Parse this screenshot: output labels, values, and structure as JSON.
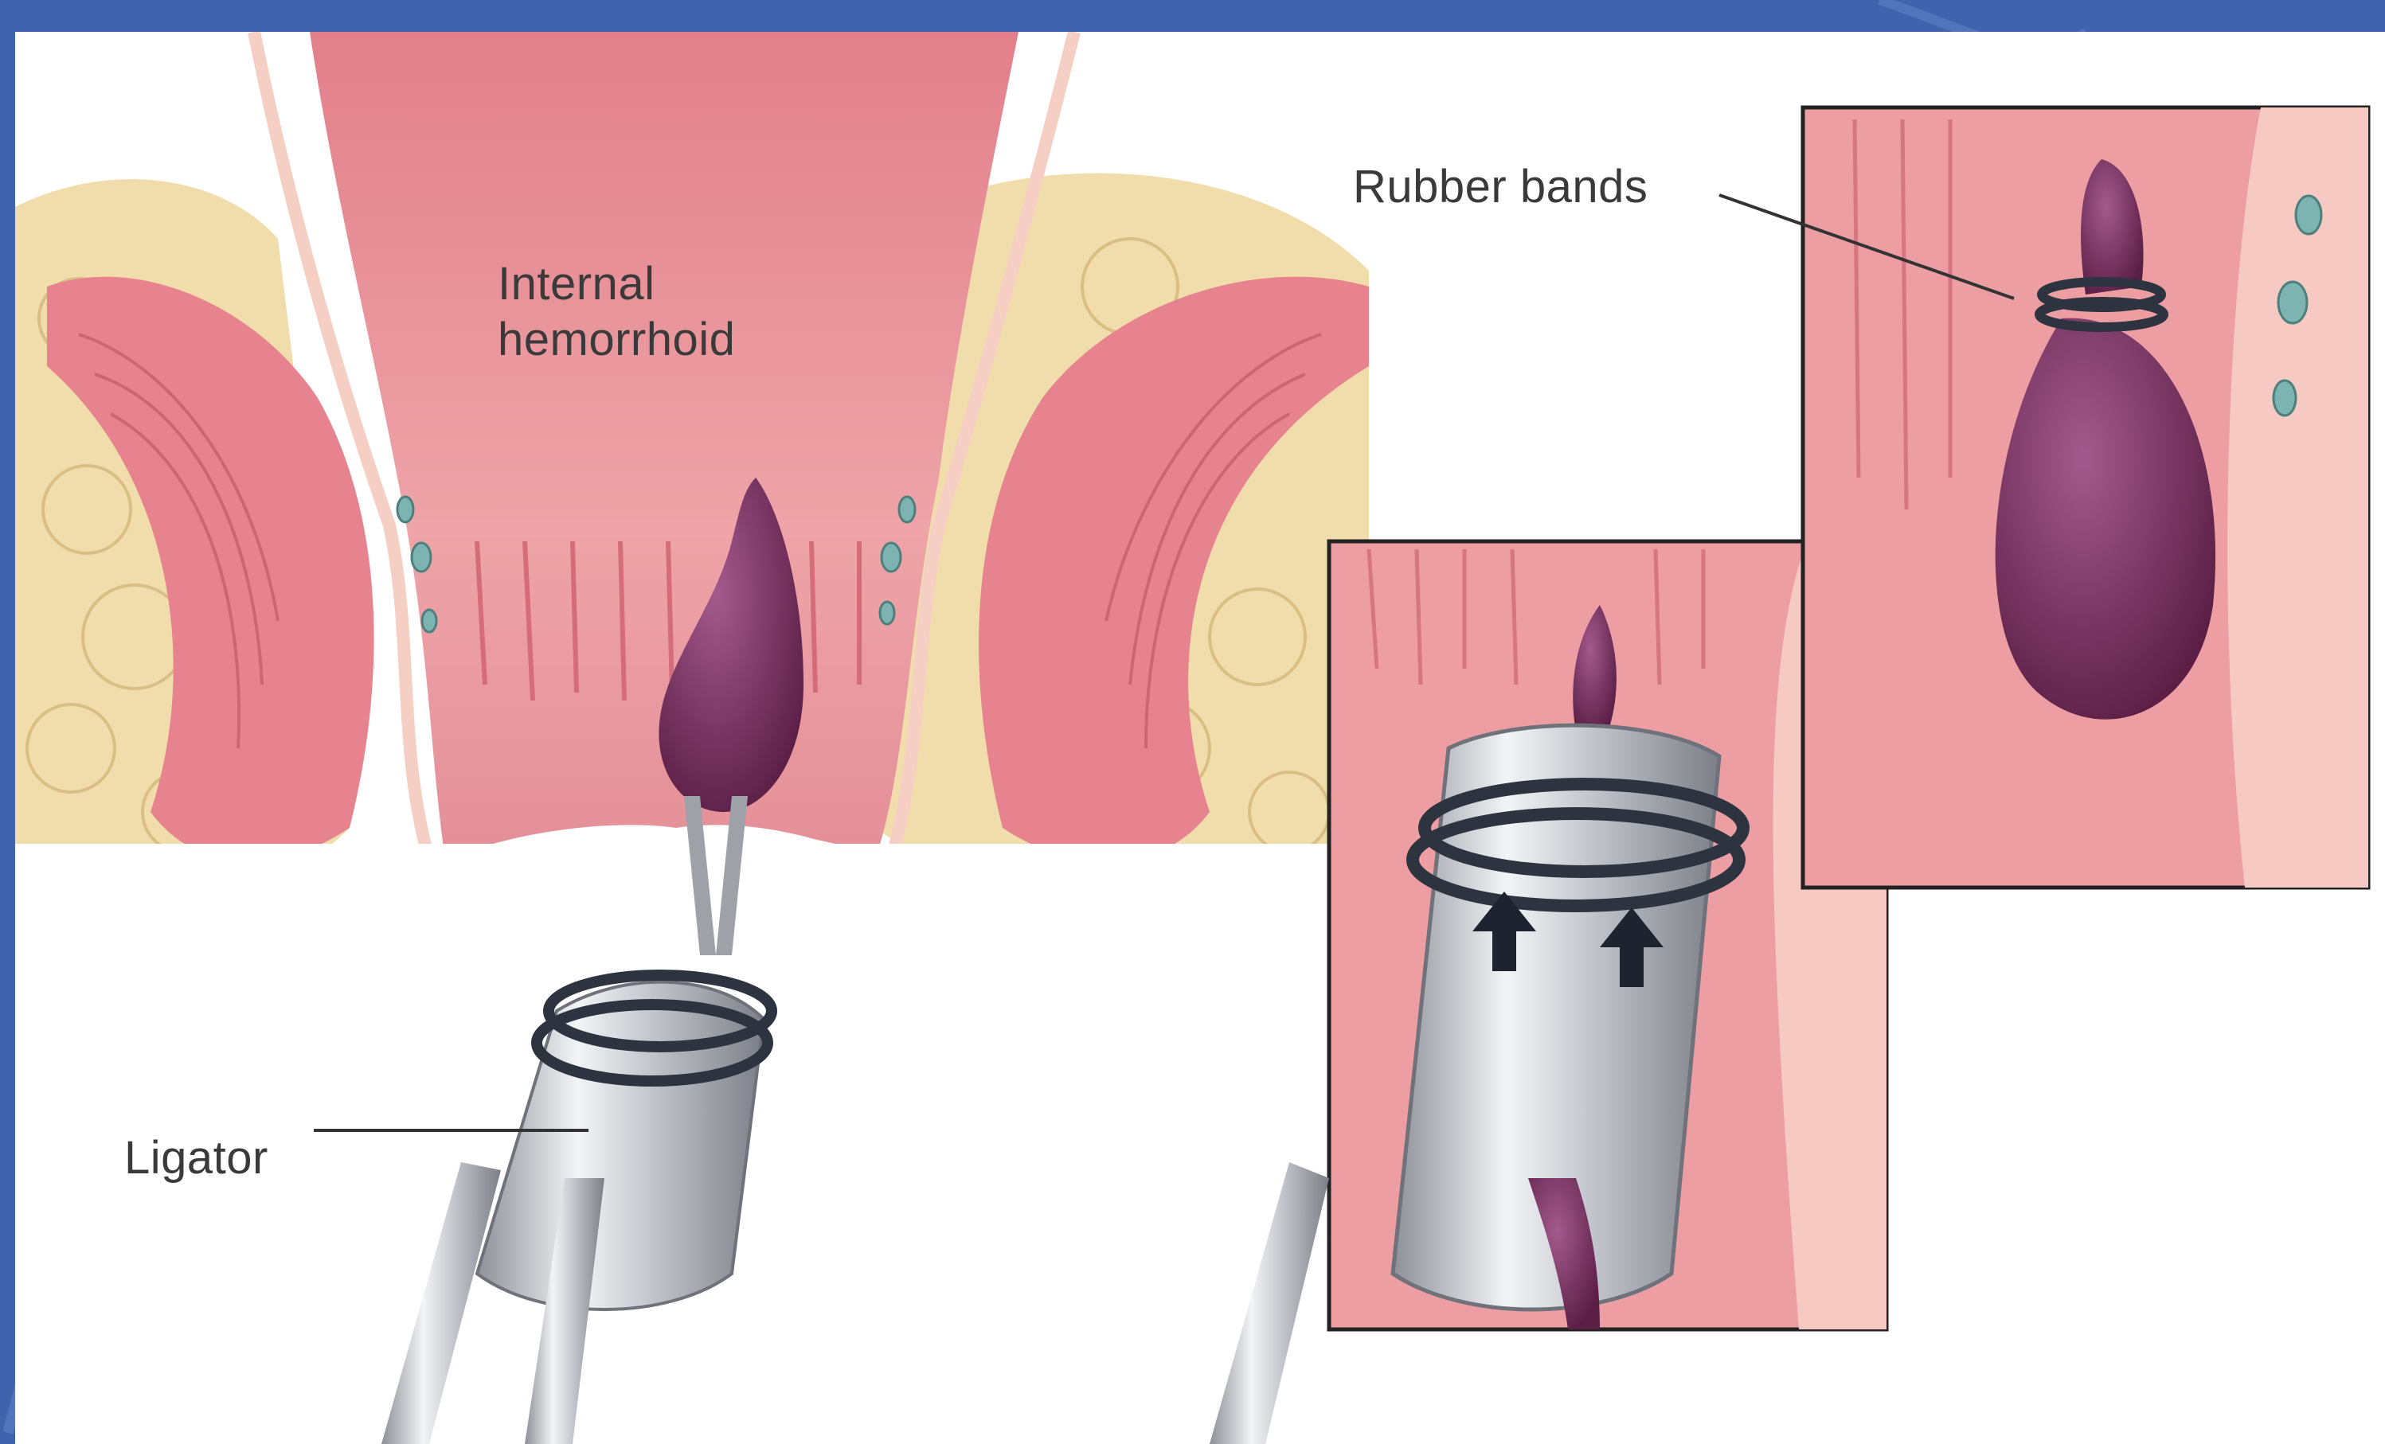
{
  "labels": {
    "internal_hemorrhoid_line1": "Internal",
    "internal_hemorrhoid_line2": "hemorrhoid",
    "rubber_bands": "Rubber bands",
    "ligator": "Ligator"
  },
  "colors": {
    "frame_blue": "#3f63ad",
    "tissue_pink": "#e89aa0",
    "tissue_light": "#f2b6b8",
    "fat_yellow": "#f1ddab",
    "hemorrhoid_purple": "#6e2a56",
    "metal": "#c9cbd0",
    "band_dark": "#2d3440",
    "inset_border": "#222222"
  }
}
